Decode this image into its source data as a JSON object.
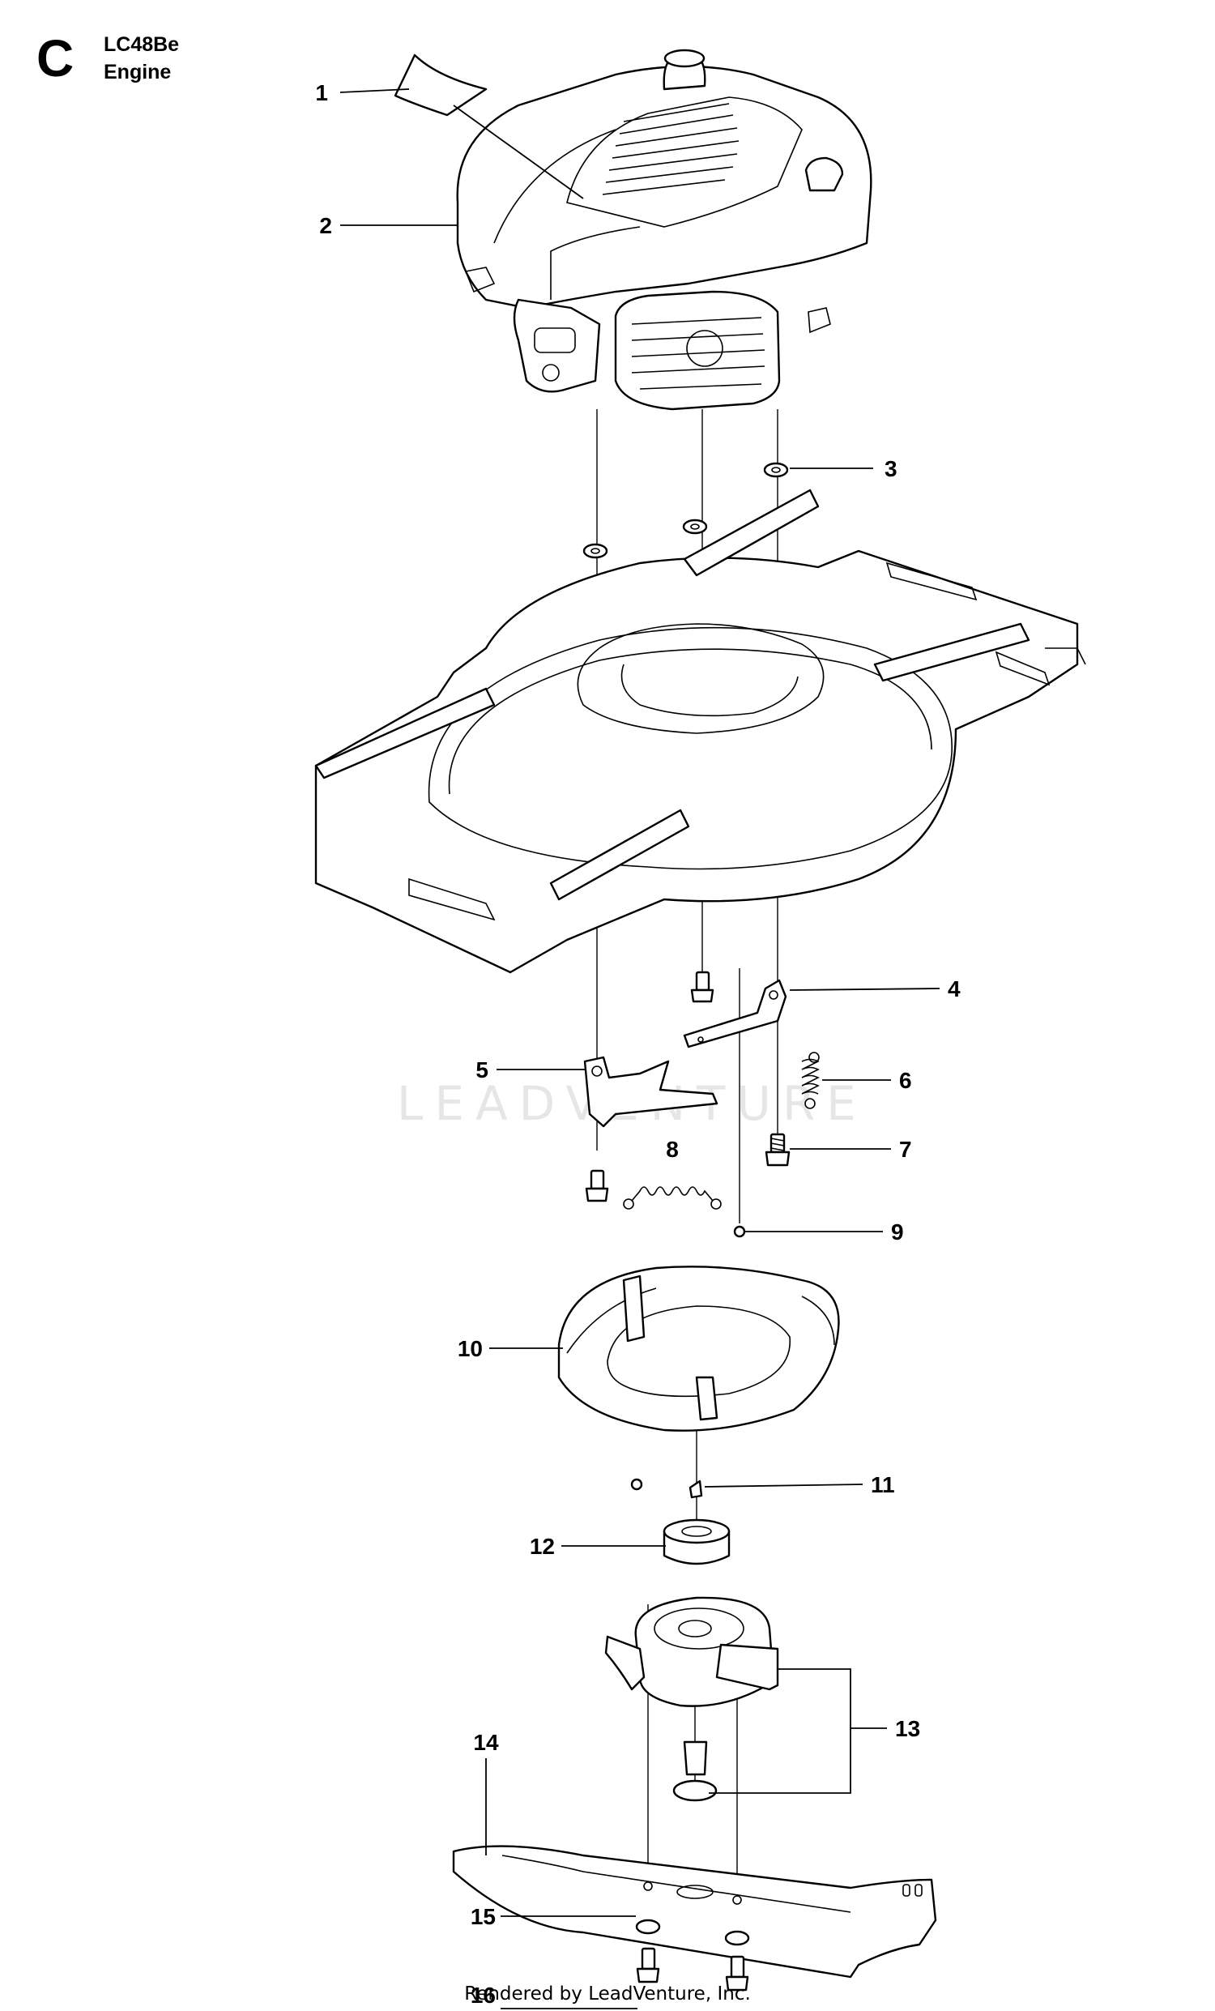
{
  "header": {
    "section": "C",
    "model": "LC48Be",
    "title": "Engine"
  },
  "watermark": "LEADVENTURE",
  "footer": "Rendered by LeadVenture, Inc.",
  "callouts": [
    {
      "id": "1",
      "label": "1"
    },
    {
      "id": "2",
      "label": "2"
    },
    {
      "id": "3",
      "label": "3"
    },
    {
      "id": "4",
      "label": "4"
    },
    {
      "id": "5",
      "label": "5"
    },
    {
      "id": "6",
      "label": "6"
    },
    {
      "id": "7",
      "label": "7"
    },
    {
      "id": "8",
      "label": "8"
    },
    {
      "id": "9",
      "label": "9"
    },
    {
      "id": "10",
      "label": "10"
    },
    {
      "id": "11",
      "label": "11"
    },
    {
      "id": "12",
      "label": "12"
    },
    {
      "id": "13",
      "label": "13"
    },
    {
      "id": "14",
      "label": "14"
    },
    {
      "id": "15",
      "label": "15"
    },
    {
      "id": "16",
      "label": "16"
    }
  ]
}
